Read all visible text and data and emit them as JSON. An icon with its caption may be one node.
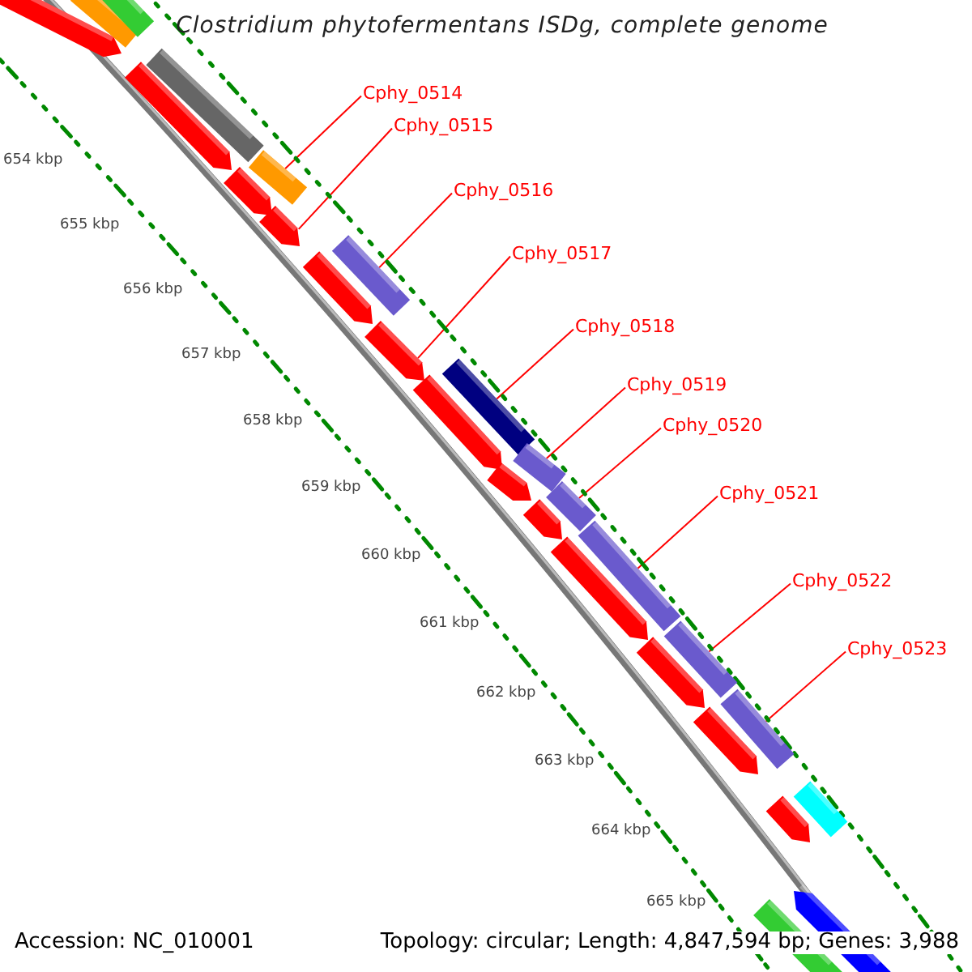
{
  "diagram": {
    "title": "Clostridium phytofermentans ISDg, complete genome",
    "nodes": [
      {
        "text": [
          "Cphy_0514"
        ]
      },
      {
        "text": [
          "Cphy_0515"
        ]
      },
      {
        "text": [
          "Cphy_0516"
        ]
      },
      {
        "text": [
          "Cphy_0517"
        ]
      },
      {
        "text": [
          "Cphy_0518"
        ]
      },
      {
        "text": [
          "Cphy_0519"
        ]
      },
      {
        "text": [
          "Cphy_0520"
        ]
      },
      {
        "text": [
          "Cphy_0521"
        ]
      },
      {
        "text": [
          "Cphy_0522"
        ]
      },
      {
        "text": [
          "Cphy_0523"
        ]
      },
      {
        "text": [],
        "shape": "arrow"
      },
      {
        "text": [],
        "shape": "bar"
      },
      {
        "text": [],
        "shape": "bar"
      },
      {
        "text": [],
        "shape": "bar"
      },
      {
        "text": [],
        "shape": "bar"
      },
      {
        "text": [],
        "shape": "bar"
      },
      {
        "text": [],
        "shape": "bar"
      },
      {
        "text": [],
        "shape": "bar"
      },
      {
        "text": [],
        "shape": "bar"
      },
      {
        "text": [],
        "shape": "bar"
      },
      {
        "text": [],
        "shape": "bar"
      },
      {
        "text": [],
        "shape": "bar"
      },
      {
        "text": [],
        "shape": "bar"
      },
      {
        "text": [],
        "shape": "arrow"
      },
      {
        "text": [],
        "shape": "arrow"
      },
      {
        "text": [],
        "shape": "arrow"
      },
      {
        "text": [],
        "shape": "arrow"
      },
      {
        "text": [],
        "shape": "arrow"
      },
      {
        "text": [],
        "shape": "arrow"
      },
      {
        "text": [],
        "shape": "arrow"
      },
      {
        "text": [],
        "shape": "arrow"
      },
      {
        "text": [],
        "shape": "arrow"
      },
      {
        "text": [],
        "shape": "arrow"
      },
      {
        "text": [],
        "shape": "arrow"
      },
      {
        "text": [],
        "shape": "arrow"
      },
      {
        "text": [],
        "shape": "arrow"
      },
      {
        "text": [],
        "shape": "bar"
      }
    ],
    "edges": [
      {
        "from": 0,
        "to": 14,
        "arrow": "none"
      },
      {
        "from": 1,
        "to": 26,
        "arrow": "none"
      },
      {
        "from": 2,
        "to": 15,
        "arrow": "none"
      },
      {
        "from": 3,
        "to": 28,
        "arrow": "none"
      },
      {
        "from": 4,
        "to": 16,
        "arrow": "none"
      },
      {
        "from": 5,
        "to": 17,
        "arrow": "none"
      },
      {
        "from": 6,
        "to": 18,
        "arrow": "none"
      },
      {
        "from": 7,
        "to": 19,
        "arrow": "none"
      },
      {
        "from": 8,
        "to": 20,
        "arrow": "none"
      },
      {
        "from": 9,
        "to": 21,
        "arrow": "none"
      }
    ],
    "labels": [
      "654 kbp",
      "655 kbp",
      "656 kbp",
      "657 kbp",
      "658 kbp",
      "659 kbp",
      "660 kbp",
      "661 kbp",
      "662 kbp",
      "663 kbp",
      "664 kbp",
      "665 kbp",
      "Accession: NC_010001",
      "Topology: circular; Length: 4,847,594 bp; Genes: 3,988"
    ]
  }
}
